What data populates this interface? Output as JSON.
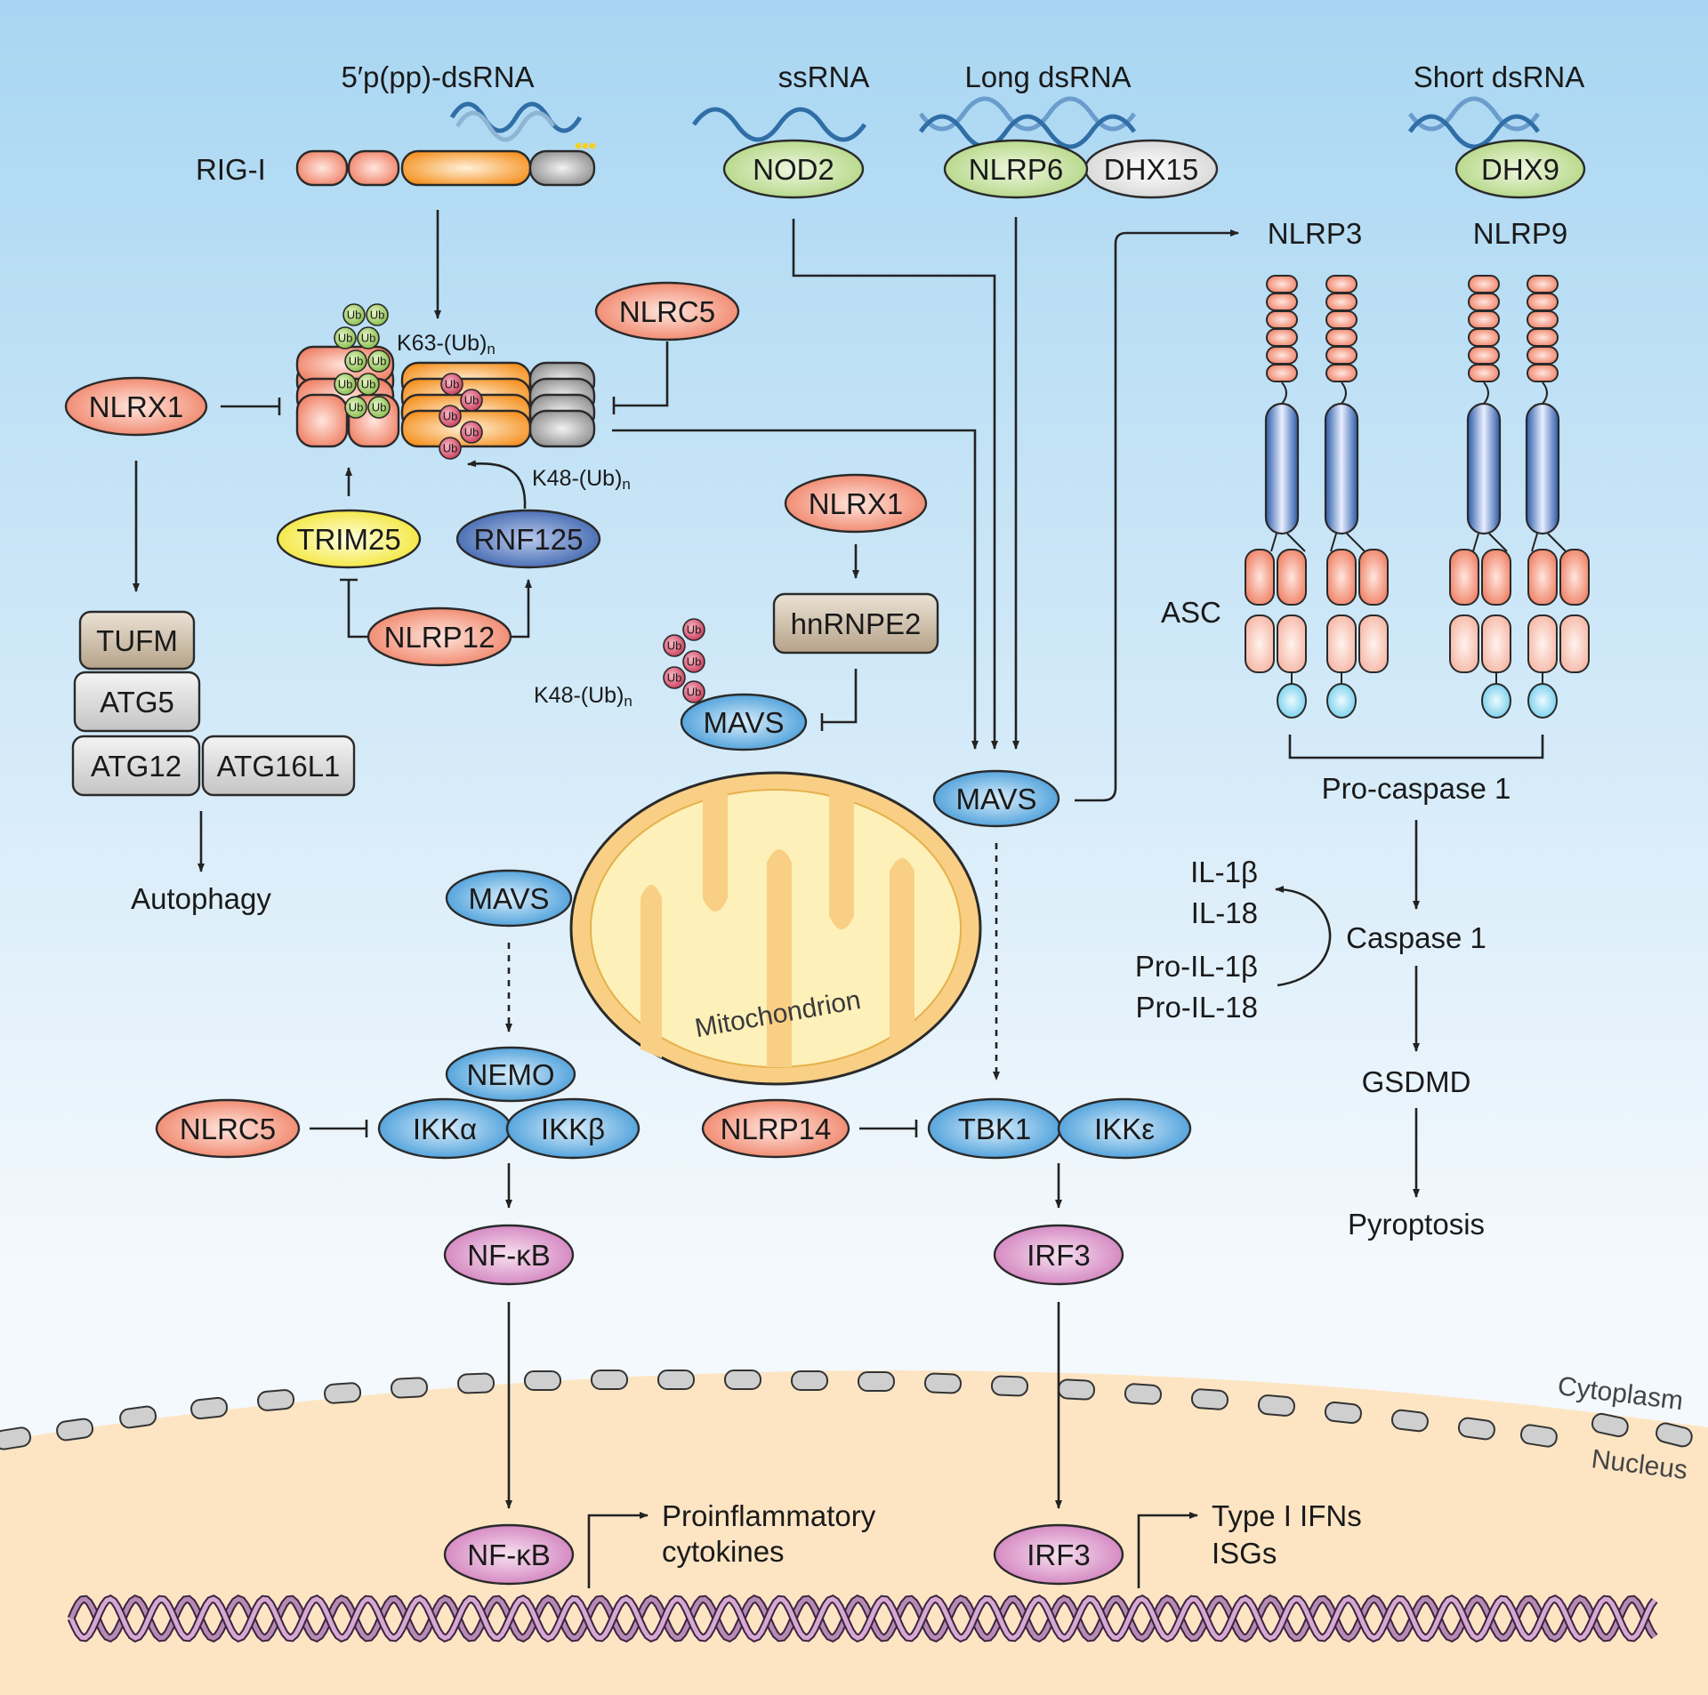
{
  "colors": {
    "nlr_red": "#f28a70",
    "rna_green": "#b9d98a",
    "mavs_blue": "#4aa3de",
    "ikk_blue": "#3f9ad8",
    "trim25_yellow": "#f6ee3c",
    "rnf125_blue": "#3a6ab5",
    "tan_box": "#c9b8a0",
    "gray_box": "#d7d7d7",
    "nfkb_pink": "#d98ec6",
    "mito_orange": "#f7cf86",
    "nucleus": "#fde5c4",
    "cytoplasm_top": "#a8d6f2"
  },
  "ligands": {
    "rig_ligand": "5′p(pp)-dsRNA",
    "ssrna": "ssRNA",
    "long_dsrna": "Long dsRNA",
    "short_dsrna": "Short dsRNA"
  },
  "proteins": {
    "rigi": "RIG-I",
    "nod2": "NOD2",
    "nlrp6": "NLRP6",
    "dhx15": "DHX15",
    "dhx9": "DHX9",
    "nlrp3": "NLRP3",
    "nlrp9": "NLRP9",
    "nlrc5_top": "NLRC5",
    "nlrx1_left": "NLRX1",
    "trim25": "TRIM25",
    "rnf125": "RNF125",
    "nlrp12": "NLRP12",
    "nlrx1_mid": "NLRX1",
    "hnrnpe2": "hnRNPE2",
    "mavs_top": "MAVS",
    "mavs_right": "MAVS",
    "mavs_left": "MAVS",
    "tufm": "TUFM",
    "atg5": "ATG5",
    "atg12": "ATG12",
    "atg16l1": "ATG16L1",
    "nemo": "NEMO",
    "ikka": "IKKα",
    "ikkb": "IKKβ",
    "nlrc5_bottom": "NLRC5",
    "nlrp14": "NLRP14",
    "tbk1": "TBK1",
    "ikke": "IKKε",
    "nfkb_cyto": "NF-κB",
    "irf3_cyto": "IRF3",
    "nfkb_nuc": "NF-κB",
    "irf3_nuc": "IRF3"
  },
  "labels": {
    "k63": "K63-(Ub)",
    "k63_sub": "n",
    "k48_a": "K48-(Ub)",
    "k48_a_sub": "n",
    "k48_b": "K48-(Ub)",
    "k48_b_sub": "n",
    "ub": "Ub",
    "asc": "ASC",
    "procaspase": "Pro-caspase 1",
    "caspase": "Caspase 1",
    "il1b": "IL-1β",
    "il18": "IL-18",
    "proil1b": "Pro-IL-1β",
    "proil18": "Pro-IL-18",
    "gsdmd": "GSDMD",
    "pyroptosis": "Pyroptosis",
    "autophagy": "Autophagy",
    "mitochondrion": "Mitochondrion",
    "cytoplasm": "Cytoplasm",
    "nucleus": "Nucleus",
    "proinflam_1": "Proinflammatory",
    "proinflam_2": "cytokines",
    "ifn_1": "Type I IFNs",
    "ifn_2": "ISGs"
  }
}
